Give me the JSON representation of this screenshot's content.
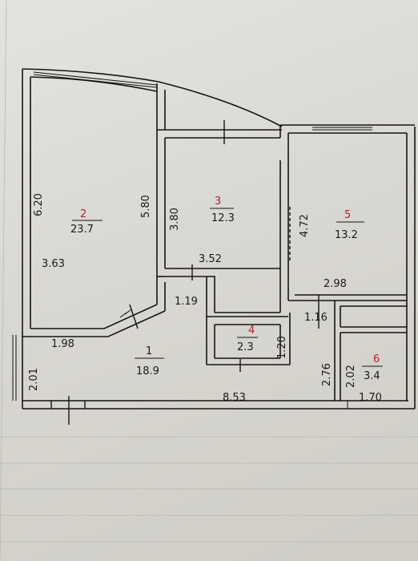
{
  "plan": {
    "rooms": [
      {
        "number": "2",
        "area": "23.7"
      },
      {
        "number": "3",
        "area": "12.3"
      },
      {
        "number": "5",
        "area": "13.2"
      },
      {
        "number": "4",
        "area": "2.3"
      },
      {
        "number": "1",
        "area": "18.9"
      },
      {
        "number": "6",
        "area": "3.4"
      }
    ],
    "dimensions": {
      "room2_left": "6.20",
      "room2_right": "5.80",
      "room2_width": "3.63",
      "room3_left": "3.80",
      "room3_width": "3.52",
      "room5_left": "4.72",
      "room5_width": "2.98",
      "hall_passage": "1.19",
      "hall_bottom_left": "1.98",
      "hall_left": "2.01",
      "bath_height": "1.20",
      "closet_width": "1.16",
      "corridor_height": "2.76",
      "room6_height": "2.02",
      "room6_width": "1.70",
      "total_width": "8.53"
    }
  }
}
